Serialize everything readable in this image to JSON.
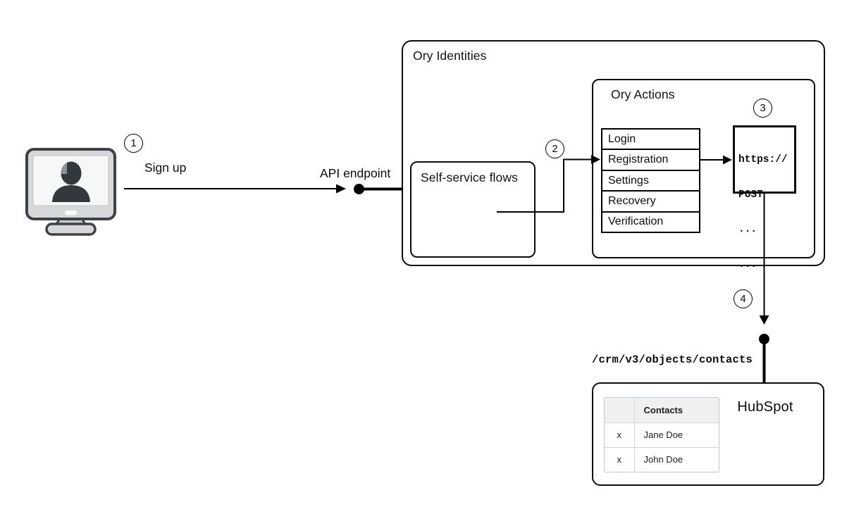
{
  "diagram": {
    "step_badges": [
      "1",
      "2",
      "3",
      "4"
    ],
    "labels": {
      "sign_up": "Sign up",
      "api_endpoint": "API endpoint",
      "ory_identities": "Ory Identities",
      "self_service_flows": "Self-service flows",
      "ory_actions": "Ory Actions",
      "hubspot": "HubSpot",
      "crm_path": "/crm/v3/objects/contacts"
    },
    "flow_list": [
      "Login",
      "Registration",
      "Settings",
      "Recovery",
      "Verification"
    ],
    "request_box_lines": [
      "https://",
      "POST",
      "...",
      "..."
    ],
    "contacts_table": {
      "header": "Contacts",
      "rows": [
        {
          "mark": "x",
          "name": "Jane Doe"
        },
        {
          "mark": "x",
          "name": "John Doe"
        }
      ]
    },
    "icons": {
      "user_terminal": "monitor-with-user-silhouette",
      "endpoint_node": "filled-circle-connector",
      "arrow": "solid-arrowhead"
    },
    "colors": {
      "stroke": "#000000",
      "box_border": "#0c0c0c",
      "monitor_frame": "#d7d8d9",
      "monitor_screen": "#f6f7f7",
      "silhouette": "#34373c",
      "silhouette_highlight": "#8e9399",
      "table_header_bg": "#eef0f1",
      "table_border": "#c4c7ca"
    }
  }
}
